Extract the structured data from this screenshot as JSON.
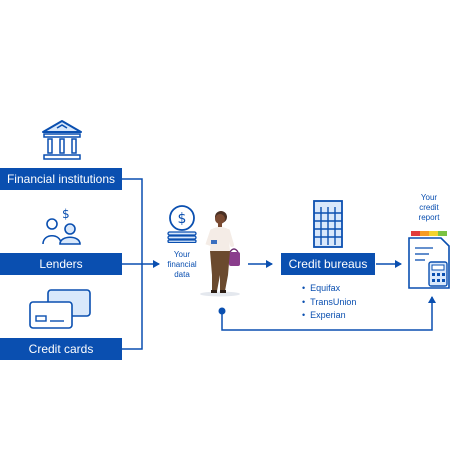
{
  "sources": [
    {
      "label": "Financial institutions",
      "icon": "bank-icon"
    },
    {
      "label": "Lenders",
      "icon": "people-dollar-icon"
    },
    {
      "label": "Credit cards",
      "icon": "credit-cards-icon"
    }
  ],
  "financial_data": {
    "caption": [
      "Your",
      "financial",
      "data"
    ],
    "icon": "coin-stack-icon"
  },
  "person": {
    "icon": "person-with-bag-icon"
  },
  "bureaus": {
    "label": "Credit bureaus",
    "icon": "office-building-icon",
    "list": [
      "Equifax",
      "TransUnion",
      "Experian"
    ]
  },
  "report": {
    "caption": [
      "Your",
      "credit",
      "report"
    ],
    "icon": "credit-report-calculator-icon"
  },
  "colors": {
    "primary": "#0a4fb0",
    "gauge": [
      "#e23b3b",
      "#f59b23",
      "#f2d22e",
      "#7cc242"
    ]
  }
}
